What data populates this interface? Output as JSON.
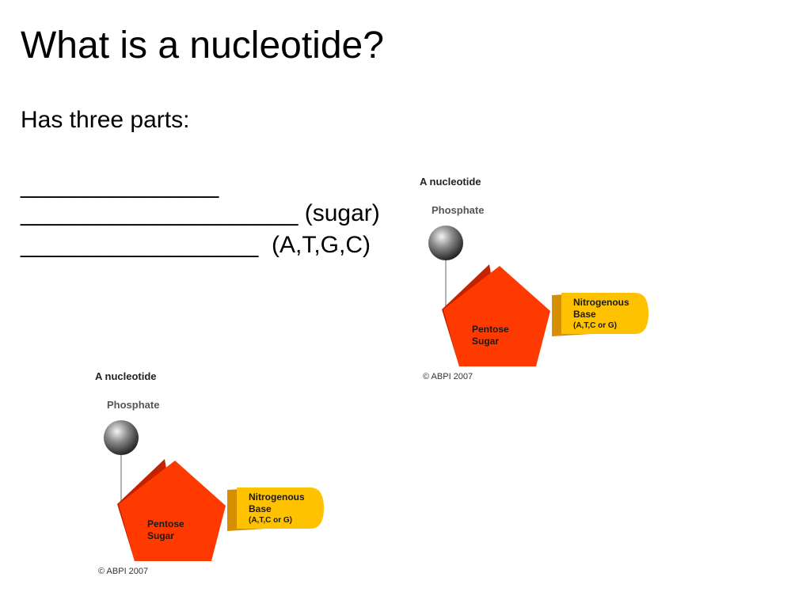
{
  "slide": {
    "title": "What is a nucleotide?",
    "intro": "Has three parts:",
    "lines": [
      "_______________",
      "_____________________ (sugar)",
      "__________________  (A,T,G,C)"
    ]
  },
  "diagram": {
    "heading": "A nucleotide",
    "phosphate_label": "Phosphate",
    "sugar_label_line1": "Pentose",
    "sugar_label_line2": "Sugar",
    "base_label_line1": "Nitrogenous",
    "base_label_line2": "Base",
    "base_label_line3": "(A,T,C or G)",
    "copyright": "© ABPI 2007"
  },
  "colors": {
    "pentagon": "#ff3a00",
    "pentagon_shadow": "#c42200",
    "base": "#ffc200",
    "phosphate": "#555555",
    "connector": "#888888"
  }
}
